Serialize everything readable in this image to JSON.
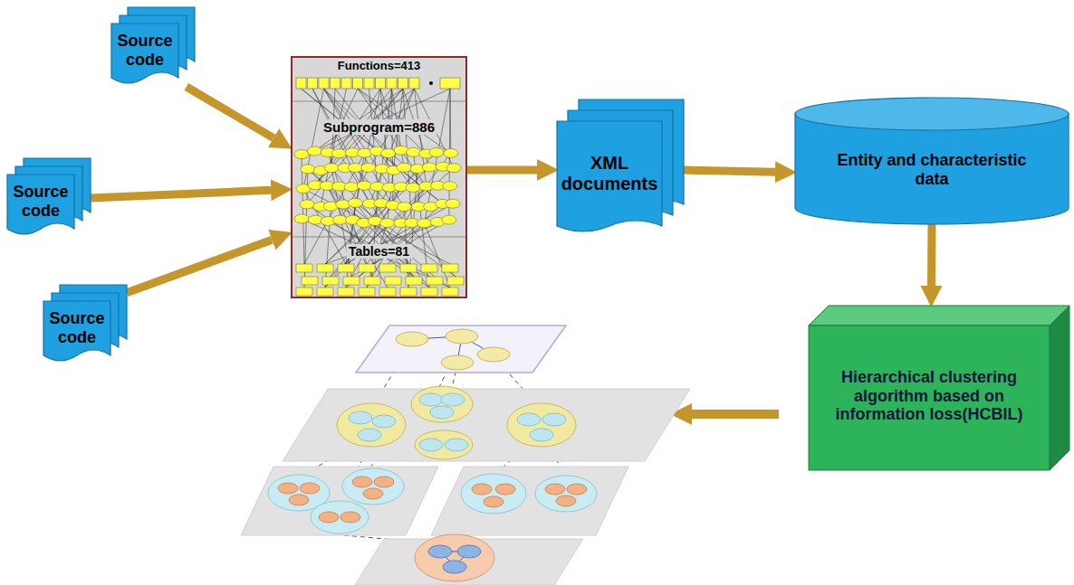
{
  "diagram": {
    "nodes": [
      {
        "text": [
          "Source code"
        ]
      },
      {
        "text": [
          "Source code"
        ]
      },
      {
        "text": [
          "Source code"
        ]
      },
      {
        "text": [
          "Functions=413",
          "Subprogram=886",
          "Tables=81"
        ]
      },
      {
        "text": [
          "XML documents"
        ]
      },
      {
        "text": [
          "Entity and characteristic data"
        ]
      },
      {
        "text": [
          "Hierarchical clustering algorithm based on information loss(HCBIL)"
        ]
      }
    ],
    "edges": [
      {
        "from": 0,
        "to": 3,
        "arrow": "to"
      },
      {
        "from": 1,
        "to": 3,
        "arrow": "to"
      },
      {
        "from": 2,
        "to": 3,
        "arrow": "to"
      },
      {
        "from": 3,
        "to": 4,
        "arrow": "to"
      },
      {
        "from": 4,
        "to": 5,
        "arrow": "to"
      },
      {
        "from": 5,
        "to": 6,
        "arrow": "to"
      }
    ]
  }
}
